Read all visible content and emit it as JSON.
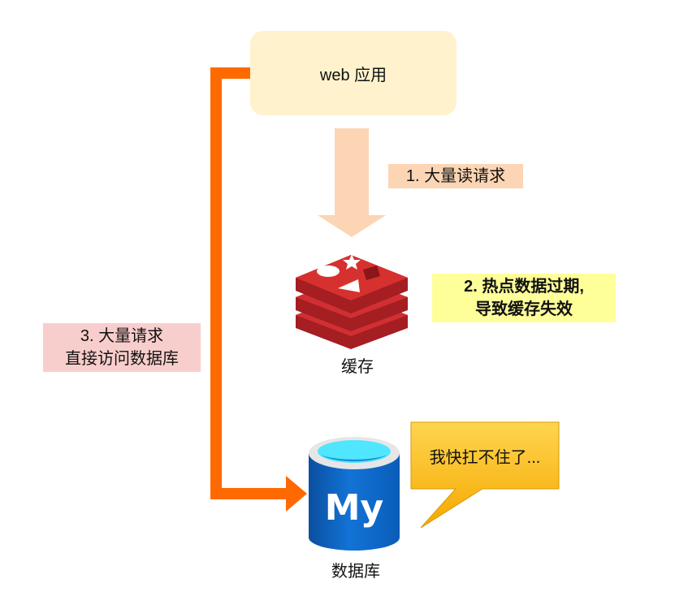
{
  "nodes": {
    "web_app": "web 应用",
    "cache": "缓存",
    "database": "数据库",
    "mysql_logo_text": "My"
  },
  "steps": {
    "step1": "1. 大量读请求",
    "step2_line1": "2. 热点数据过期,",
    "step2_line2": "导致缓存失效",
    "step3_line1": "3. 大量请求",
    "step3_line2": "直接访问数据库"
  },
  "speech_bubble": "我快扛不住了...",
  "colors": {
    "web_box": "#fff2cc",
    "down_arrow": "#fcd5b4",
    "bypass_arrow": "#ff6a00",
    "step1_bg": "#fcd5b4",
    "step2_bg": "#ffff99",
    "step3_bg": "#f8cecc",
    "bubble": "#ffc000",
    "redis_red": "#c6282d",
    "mysql_blue": "#0f6cbd"
  }
}
